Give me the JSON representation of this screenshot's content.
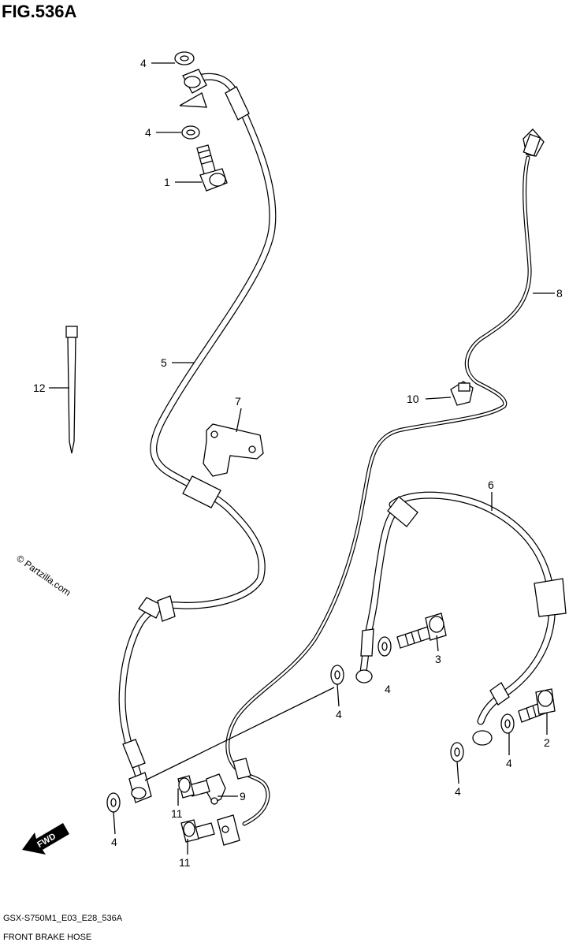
{
  "figure": {
    "title": "FIG.536A",
    "code": "GSX-S750M1_E03_E28_536A",
    "name": "FRONT BRAKE HOSE",
    "watermark": "© Partzilla.com",
    "fwd_label": "FWD"
  },
  "callouts": {
    "washer_top": "4",
    "washer_upper": "4",
    "bolt_1": "1",
    "hose_5": "5",
    "bracket_7": "7",
    "harness_8": "8",
    "clamp_10": "10",
    "tie_12": "12",
    "hose_6": "6",
    "bolt_3": "3",
    "washer_mid_a": "4",
    "washer_mid_b": "4",
    "bolt_2": "2",
    "washer_right_a": "4",
    "washer_right_b": "4",
    "clamp_9": "9",
    "screw_11a": "11",
    "screw_11b": "11",
    "washer_left": "4"
  }
}
